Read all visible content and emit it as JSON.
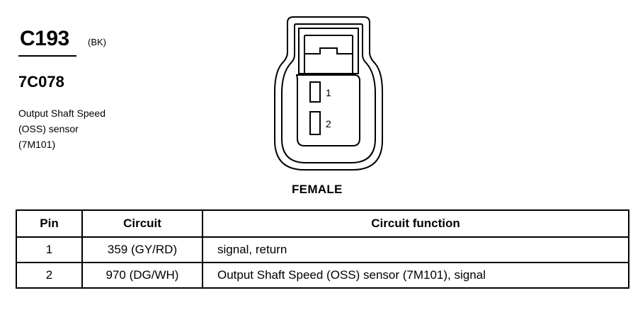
{
  "connector": {
    "id": "C193",
    "color_code": "(BK)",
    "part_number": "7C078",
    "description_lines": [
      "Output Shaft Speed",
      "(OSS) sensor",
      "(7M101)"
    ]
  },
  "diagram": {
    "gender": "FEMALE",
    "pin_labels": [
      "1",
      "2"
    ]
  },
  "table": {
    "headers": {
      "pin": "Pin",
      "circuit": "Circuit",
      "function": "Circuit function"
    },
    "rows": [
      {
        "pin": "1",
        "circuit": "359 (GY/RD)",
        "function": "signal, return"
      },
      {
        "pin": "2",
        "circuit": "970 (DG/WH)",
        "function": "Output Shaft Speed (OSS) sensor (7M101), signal"
      }
    ]
  }
}
